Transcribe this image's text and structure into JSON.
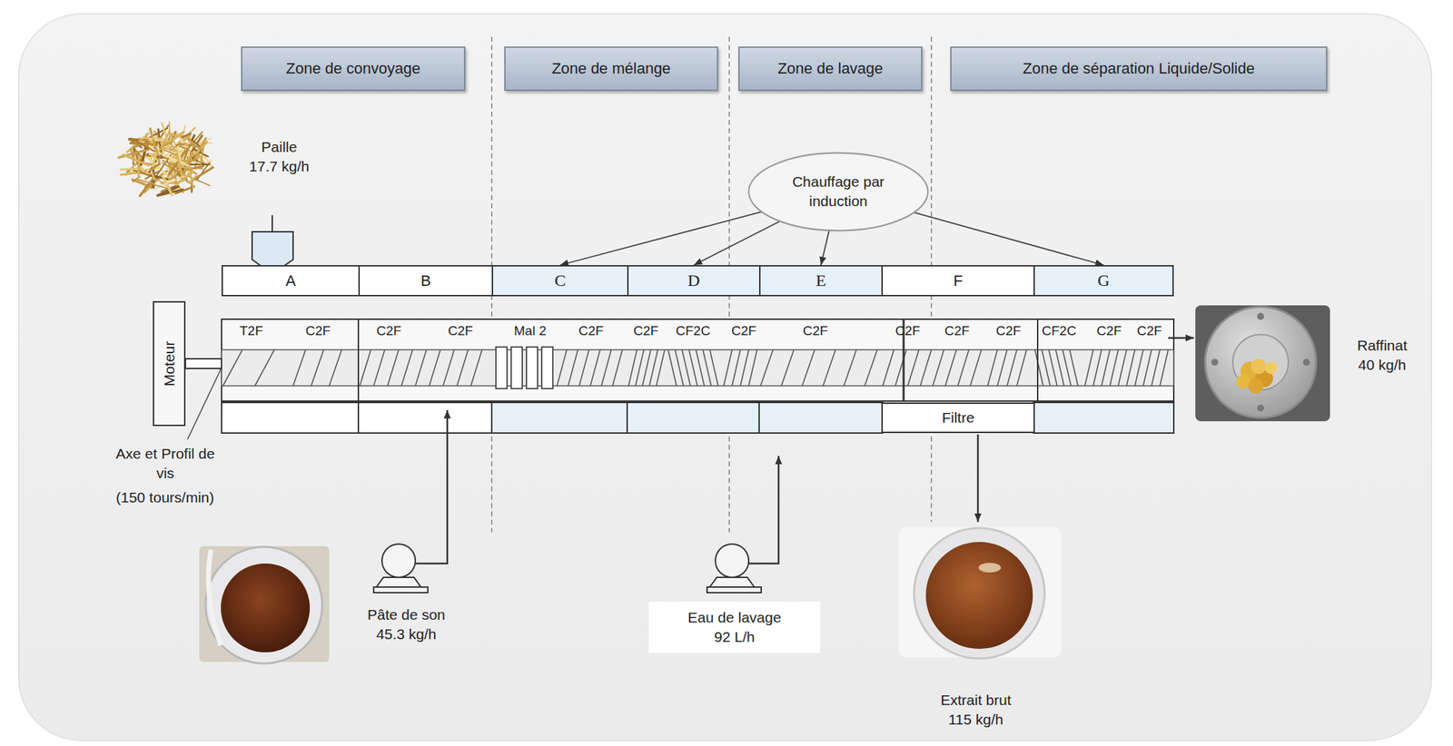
{
  "diagram": {
    "nodes": [
      {
        "text": [
          "Zone de convoyage"
        ]
      },
      {
        "text": [
          "Zone de mélange"
        ]
      },
      {
        "text": [
          "Zone de lavage"
        ]
      },
      {
        "text": [
          "Zone de séparation Liquide/Solide"
        ]
      },
      {
        "text": [
          "Chauffage par induction"
        ]
      },
      {
        "text": [
          "A"
        ]
      },
      {
        "text": [
          "B"
        ]
      },
      {
        "text": [
          "C"
        ]
      },
      {
        "text": [
          "D"
        ]
      },
      {
        "text": [
          "E"
        ]
      },
      {
        "text": [
          "F"
        ]
      },
      {
        "text": [
          "G"
        ]
      },
      {
        "text": [
          "Moteur"
        ]
      },
      {
        "text": [
          "Filtre"
        ]
      },
      {
        "text": [
          "Eau de lavage 92 L/h"
        ]
      }
    ],
    "edges": [
      {
        "from": 4,
        "to": 7,
        "arrow": "to"
      },
      {
        "from": 4,
        "to": 8,
        "arrow": "to"
      },
      {
        "from": 4,
        "to": 9,
        "arrow": "to"
      },
      {
        "from": 4,
        "to": 11,
        "arrow": "to"
      }
    ],
    "labels": [
      "Paille 17.7 kg/h",
      "T2F",
      "C2F",
      "C2F",
      "C2F",
      "Mal 2",
      "C2F",
      "C2F",
      "CF2C",
      "C2F",
      "C2F",
      "C2F",
      "C2F",
      "C2F",
      "CF2C",
      "C2F",
      "C2F",
      "Raffinat 40 kg/h",
      "Axe et Profil de vis",
      "(150 tours/min)",
      "Pâte de son 45.3 kg/h",
      "Extrait brut 115 kg/h"
    ]
  }
}
